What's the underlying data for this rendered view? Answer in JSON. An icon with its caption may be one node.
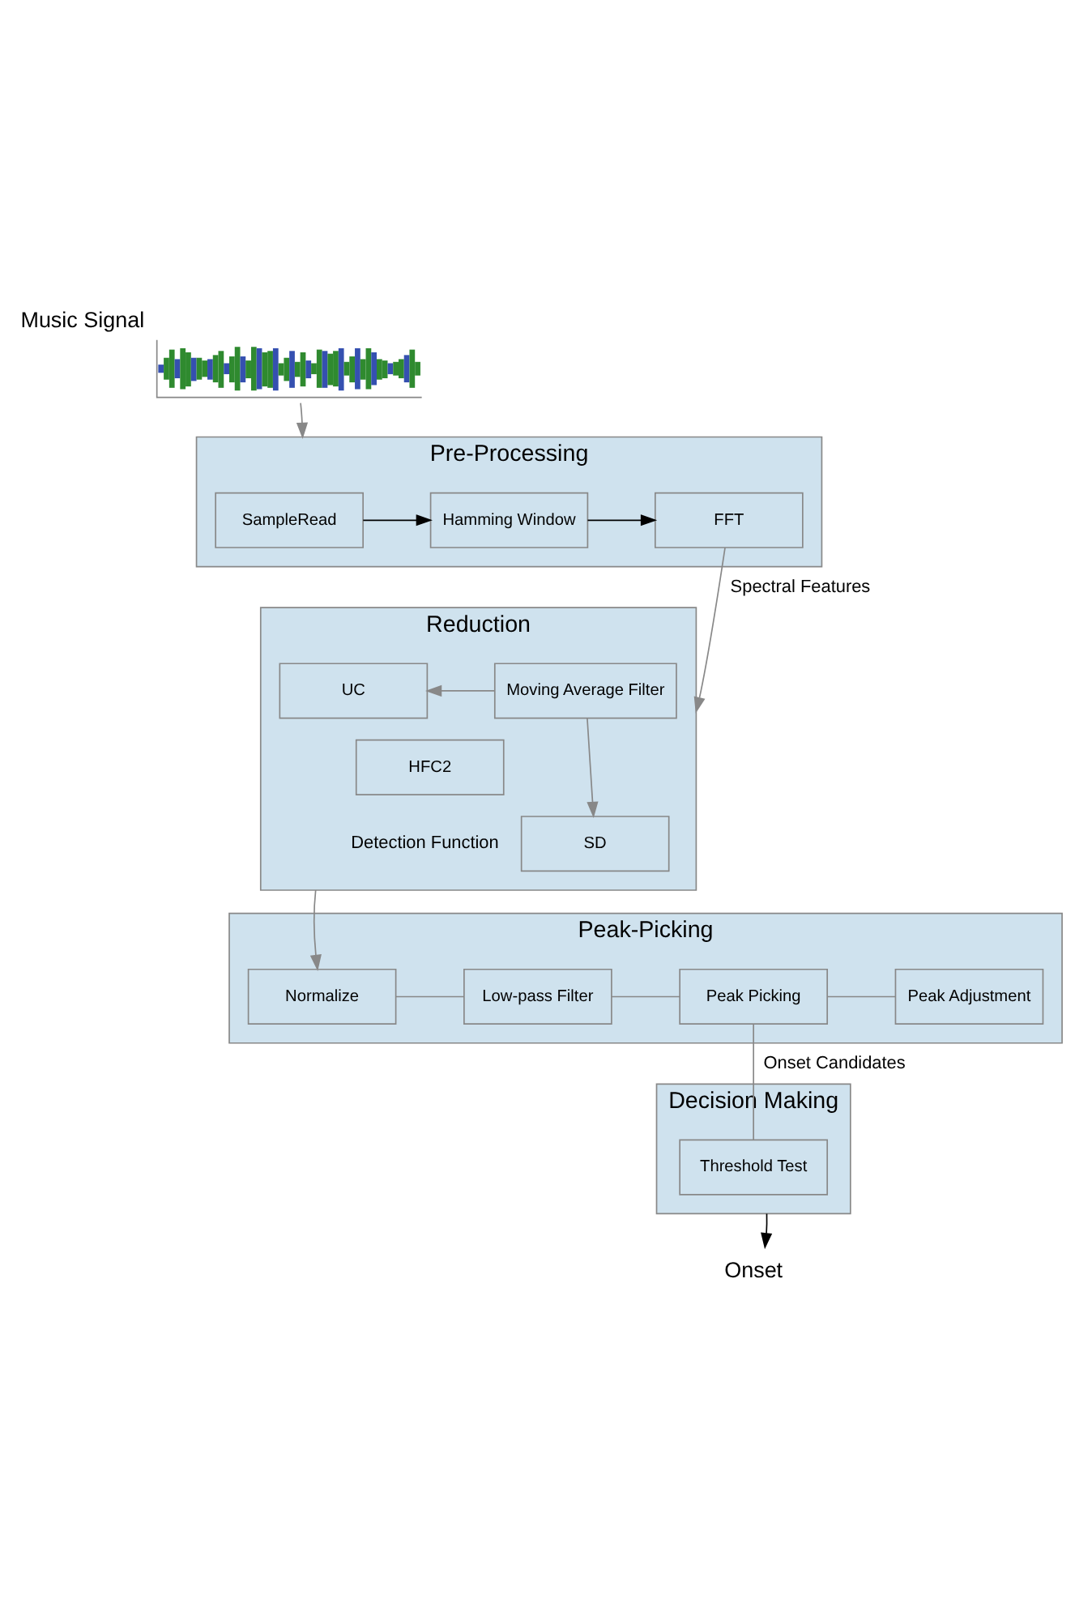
{
  "diagram": {
    "nodes": [
      {
        "text": [],
        "shape": "picture",
        "beside": [
          "Music Signal"
        ]
      },
      {
        "text": [
          "Pre-Processing"
        ]
      },
      {
        "text": [
          "SampleRead"
        ],
        "in": 1
      },
      {
        "text": [
          "Hamming Window"
        ],
        "in": 1
      },
      {
        "text": [
          "FFT"
        ],
        "in": 1
      },
      {
        "text": [
          "Reduction"
        ]
      },
      {
        "text": [
          "HFC2"
        ],
        "in": 5
      },
      {
        "text": [
          "Moving Average Filter"
        ],
        "in": 5
      },
      {
        "text": [
          "UC"
        ],
        "in": 5
      },
      {
        "text": [
          "SD"
        ],
        "in": 5
      },
      {
        "text": [
          "Peak-Picking"
        ]
      },
      {
        "text": [
          "Normalize"
        ],
        "in": 10
      },
      {
        "text": [
          "Low-pass Filter"
        ],
        "in": 10
      },
      {
        "text": [
          "Peak Picking"
        ],
        "in": 10
      },
      {
        "text": [
          "Peak Adjustment"
        ],
        "in": 10
      },
      {
        "text": [
          "Decision Making"
        ]
      },
      {
        "text": [
          "Threshold Test"
        ],
        "in": 15
      },
      {
        "text": [
          "Onset"
        ]
      }
    ],
    "edges": [
      {
        "from": 0,
        "to": 1,
        "arrow": "to"
      },
      {
        "from": 2,
        "to": 3,
        "arrow": "to",
        "color": "#000000"
      },
      {
        "from": 3,
        "to": 4,
        "arrow": "to",
        "color": "#000000"
      },
      {
        "from": 4,
        "to": 5,
        "arrow": "to",
        "label": "Spectral Features"
      },
      {
        "from": 7,
        "to": 8,
        "arrow": "to"
      },
      {
        "from": 7,
        "to": 9,
        "arrow": "to"
      },
      {
        "from": 5,
        "to": 11,
        "arrow": "to",
        "label": "Detection Function"
      },
      {
        "from": 11,
        "to": 12,
        "arrow": "none"
      },
      {
        "from": 12,
        "to": 13,
        "arrow": "none"
      },
      {
        "from": 13,
        "to": 14,
        "arrow": "none"
      },
      {
        "from": 13,
        "to": 16,
        "arrow": "none",
        "label": "Onset Candidates"
      },
      {
        "from": 15,
        "to": 17,
        "arrow": "to",
        "color": "#000000"
      }
    ]
  }
}
